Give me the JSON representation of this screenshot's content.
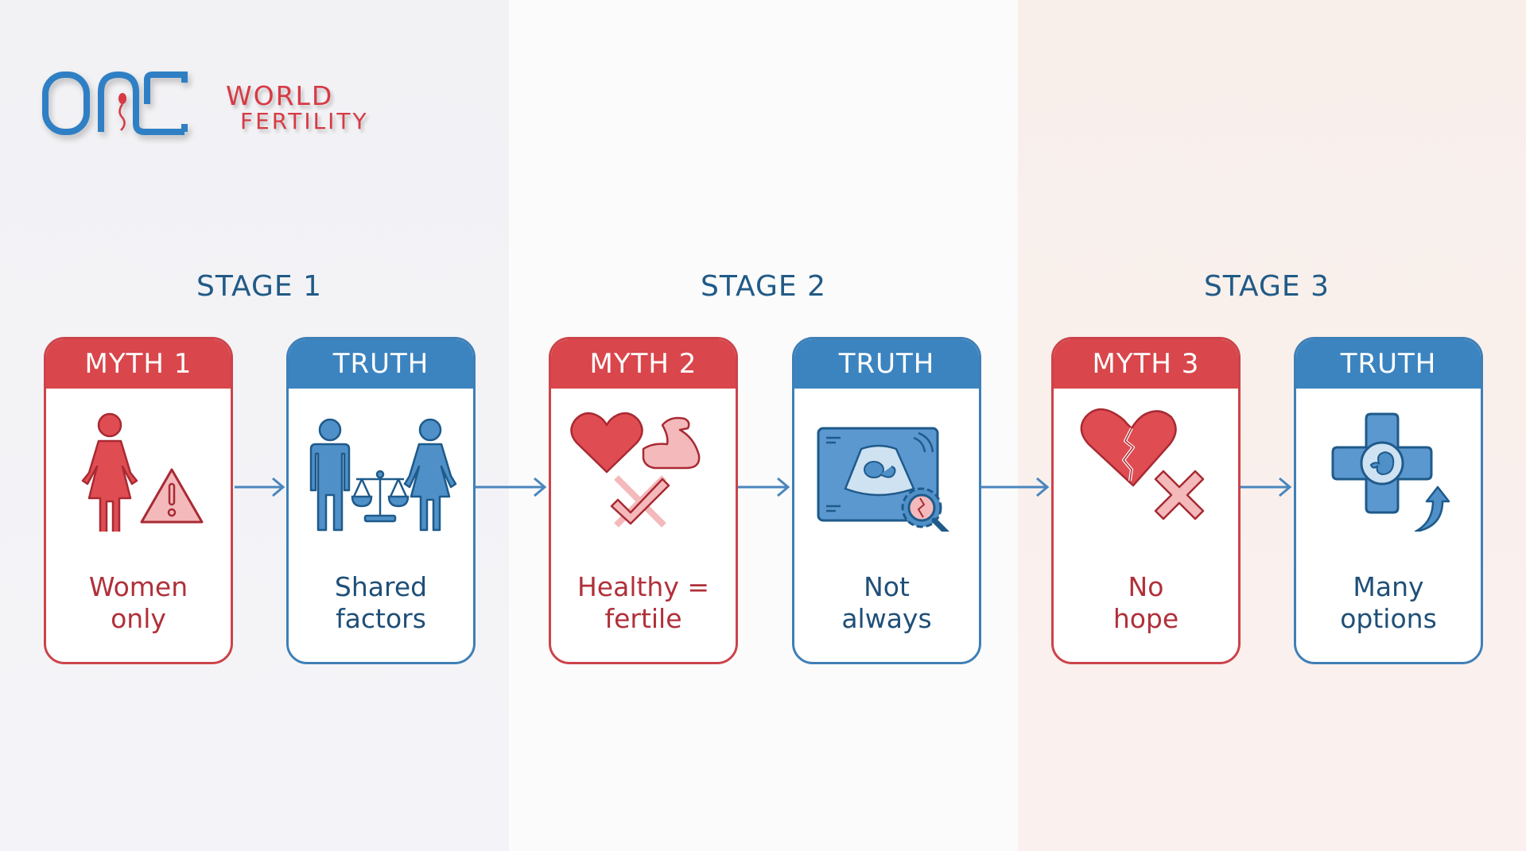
{
  "logo": {
    "mark": "ONE",
    "line1": "WORLD",
    "line2": "FERTILITY",
    "colors": {
      "blue": "#2f7fc4",
      "red": "#d63a44"
    }
  },
  "stages": [
    {
      "label": "STAGE 1"
    },
    {
      "label": "STAGE 2"
    },
    {
      "label": "STAGE 3"
    }
  ],
  "cards": [
    {
      "type": "myth",
      "header": "MYTH 1",
      "line1": "Women",
      "line2": "only",
      "icon": "woman-warning-icon"
    },
    {
      "type": "truth",
      "header": "TRUTH",
      "line1": "Shared",
      "line2": "factors",
      "icon": "man-woman-scales-icon"
    },
    {
      "type": "myth",
      "header": "MYTH 2",
      "line1": "Healthy =",
      "line2": "fertile",
      "icon": "heart-muscle-check-icon"
    },
    {
      "type": "truth",
      "header": "TRUTH",
      "line1": "Not",
      "line2": "always",
      "icon": "ultrasound-magnifier-icon"
    },
    {
      "type": "myth",
      "header": "MYTH 3",
      "line1": "No",
      "line2": "hope",
      "icon": "broken-heart-x-icon"
    },
    {
      "type": "truth",
      "header": "TRUTH",
      "line1": "Many",
      "line2": "options",
      "icon": "medical-cross-embryo-icon"
    }
  ],
  "colors": {
    "myth_header": "#d9464b",
    "myth_border": "#cc434a",
    "myth_text": "#b0303a",
    "truth_header": "#3c84c0",
    "truth_border": "#3f7fb6",
    "truth_text": "#1f4f78",
    "stage_label": "#215a86",
    "arrow": "#4a86bd"
  }
}
